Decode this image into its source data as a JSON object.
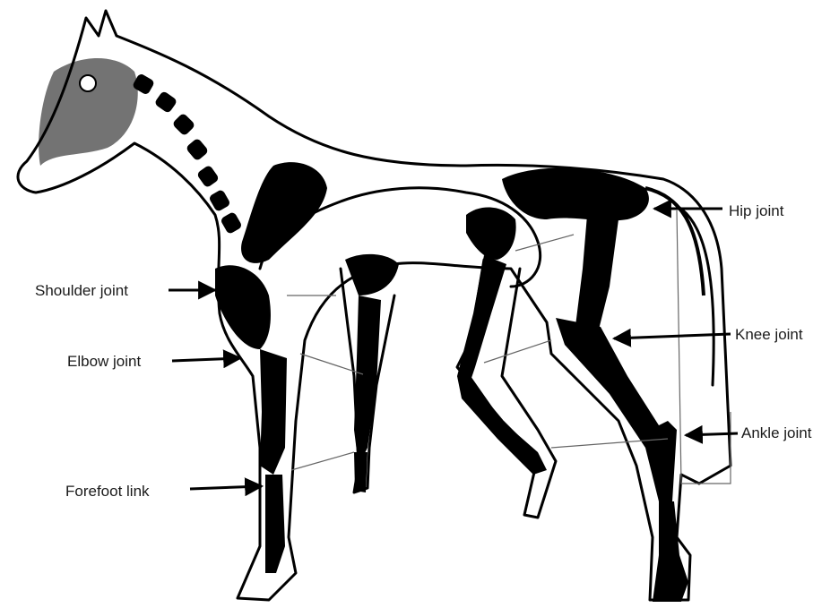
{
  "diagram": {
    "labels": {
      "shoulder_joint": "Shoulder joint",
      "elbow_joint": "Elbow joint",
      "forefoot_link": "Forefoot link",
      "hip_joint": "Hip joint",
      "knee_joint": "Knee joint",
      "ankle_joint": "Ankle joint"
    },
    "colors": {
      "ink": "#000000",
      "label_text": "#1a1a1a",
      "background": "#ffffff"
    }
  }
}
